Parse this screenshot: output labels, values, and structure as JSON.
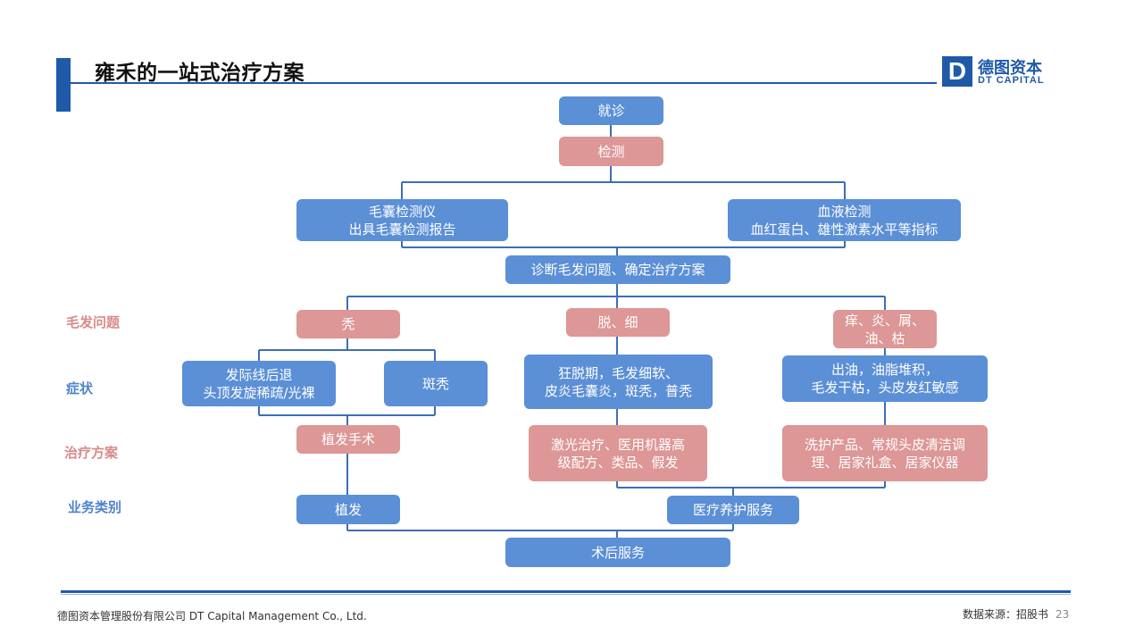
{
  "header": {
    "title": "雍禾的一站式治疗方案"
  },
  "logo": {
    "mark": "D",
    "name_cn": "德图资本",
    "name_en": "DT CAPITAL"
  },
  "colors": {
    "brand": "#1f5aa8",
    "node_blue": "#5b8fd6",
    "node_pink": "#dc9796",
    "connector": "#3d6fb5"
  },
  "row_labels": {
    "hair_problem": "毛发问题",
    "symptom": "症状",
    "treatment": "治疗方案",
    "business": "业务类别"
  },
  "nodes": {
    "visit": "就诊",
    "test": "检测",
    "follicle_test": "毛囊检测仪\n出具毛囊检测报告",
    "blood_test": "血液检测\n血红蛋白、雄性激素水平等指标",
    "diagnosis": "诊断毛发问题、确定治疗方案",
    "bald": "秃",
    "shed_thin": "脱、细",
    "itch": "痒、炎、屑、\n油、枯",
    "hairline": "发际线后退\n头顶发旋稀疏/光裸",
    "patchy": "斑秃",
    "sym_shed": "狂脱期，毛发细软、\n皮炎毛囊炎，斑秃，普秃",
    "sym_oil": "出油，油脂堆积，\n毛发干枯，头皮发红敏感",
    "transplant_surgery": "植发手术",
    "laser": "激光治疗、医用机器高\n级配方、类品、假发",
    "care": "洗护产品、常规头皮清洁调\n理、居家礼盒、居家仪器",
    "biz_transplant": "植发",
    "biz_medical_care": "医疗养护服务",
    "postop": "术后服务"
  },
  "footer": {
    "company": "德图资本管理股份有限公司  DT Capital  Management  Co., Ltd.",
    "source": "数据来源：招股书",
    "page": "23"
  }
}
